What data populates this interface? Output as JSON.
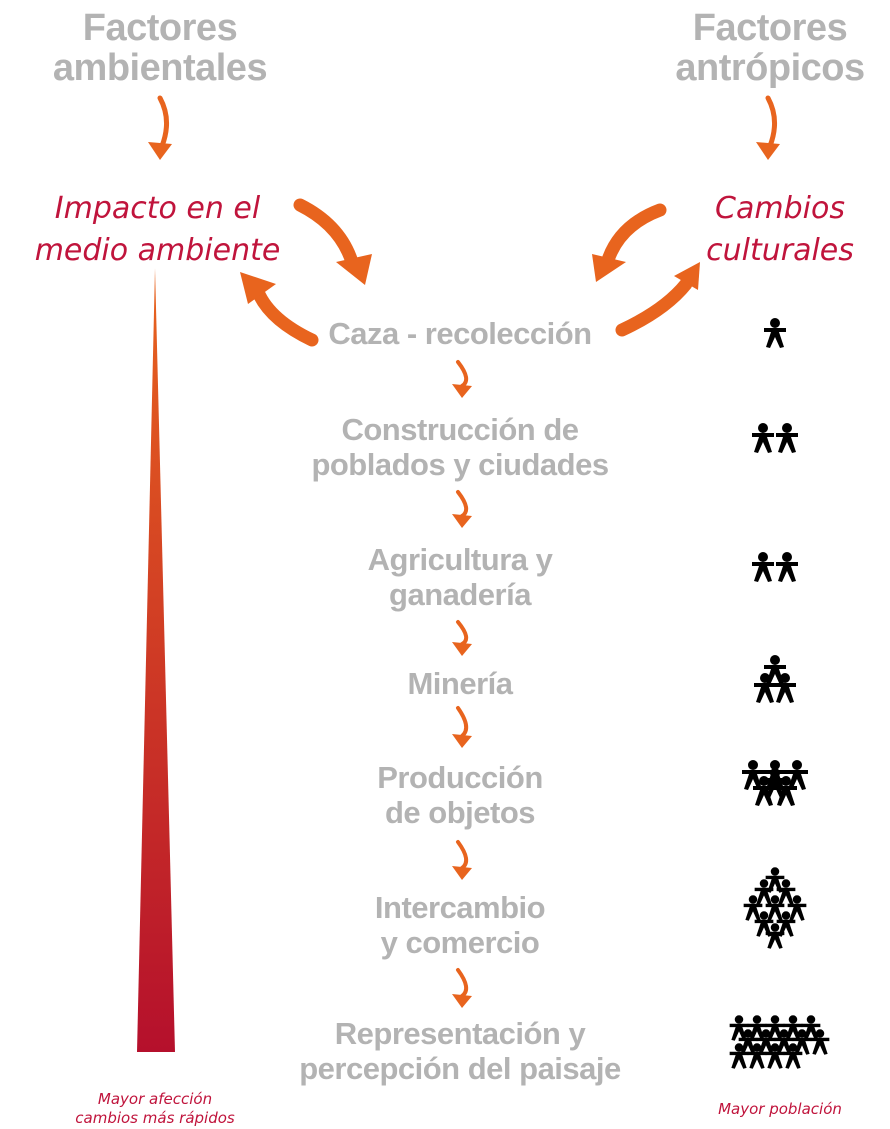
{
  "headers": {
    "left": [
      "Factores",
      "ambientales"
    ],
    "right": [
      "Factores",
      "antrópicos"
    ]
  },
  "impacts": {
    "left": [
      "Impacto en el",
      "medio ambiente"
    ],
    "right": [
      "Cambios",
      "culturales"
    ]
  },
  "steps": [
    {
      "lines": [
        "Caza - recolección"
      ],
      "people": 1
    },
    {
      "lines": [
        "Construcción de",
        "poblados y ciudades"
      ],
      "people": 2
    },
    {
      "lines": [
        "Agricultura y",
        "ganadería"
      ],
      "people": 2
    },
    {
      "lines": [
        "Minería"
      ],
      "people": 3
    },
    {
      "lines": [
        "Producción",
        "de objetos"
      ],
      "people": 6
    },
    {
      "lines": [
        "Intercambio",
        "y comercio"
      ],
      "people": 9
    },
    {
      "lines": [
        "Representación y",
        "percepción del paisaje"
      ],
      "people": 14
    }
  ],
  "footer": {
    "left": [
      "Mayor afección",
      "cambios más rápidos"
    ],
    "right": "Mayor población"
  },
  "colors": {
    "arrow": "#e8641e",
    "heading_gray": "#b3b3b3",
    "accent_red": "#c0143c",
    "wedge_top": "#e8641e",
    "wedge_bottom": "#b5102c",
    "people": "#000000"
  },
  "icons": [
    "arrow-down-icon",
    "curved-arrow-icon",
    "person-icon"
  ]
}
